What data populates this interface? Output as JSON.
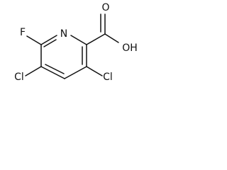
{
  "molecule": {
    "atoms": {
      "n": "N",
      "f": "F",
      "cl_left": "Cl",
      "cl_right": "Cl",
      "o": "O",
      "oh": "OH"
    },
    "colors": {
      "line": "#111111",
      "background": "#ffffff"
    }
  }
}
